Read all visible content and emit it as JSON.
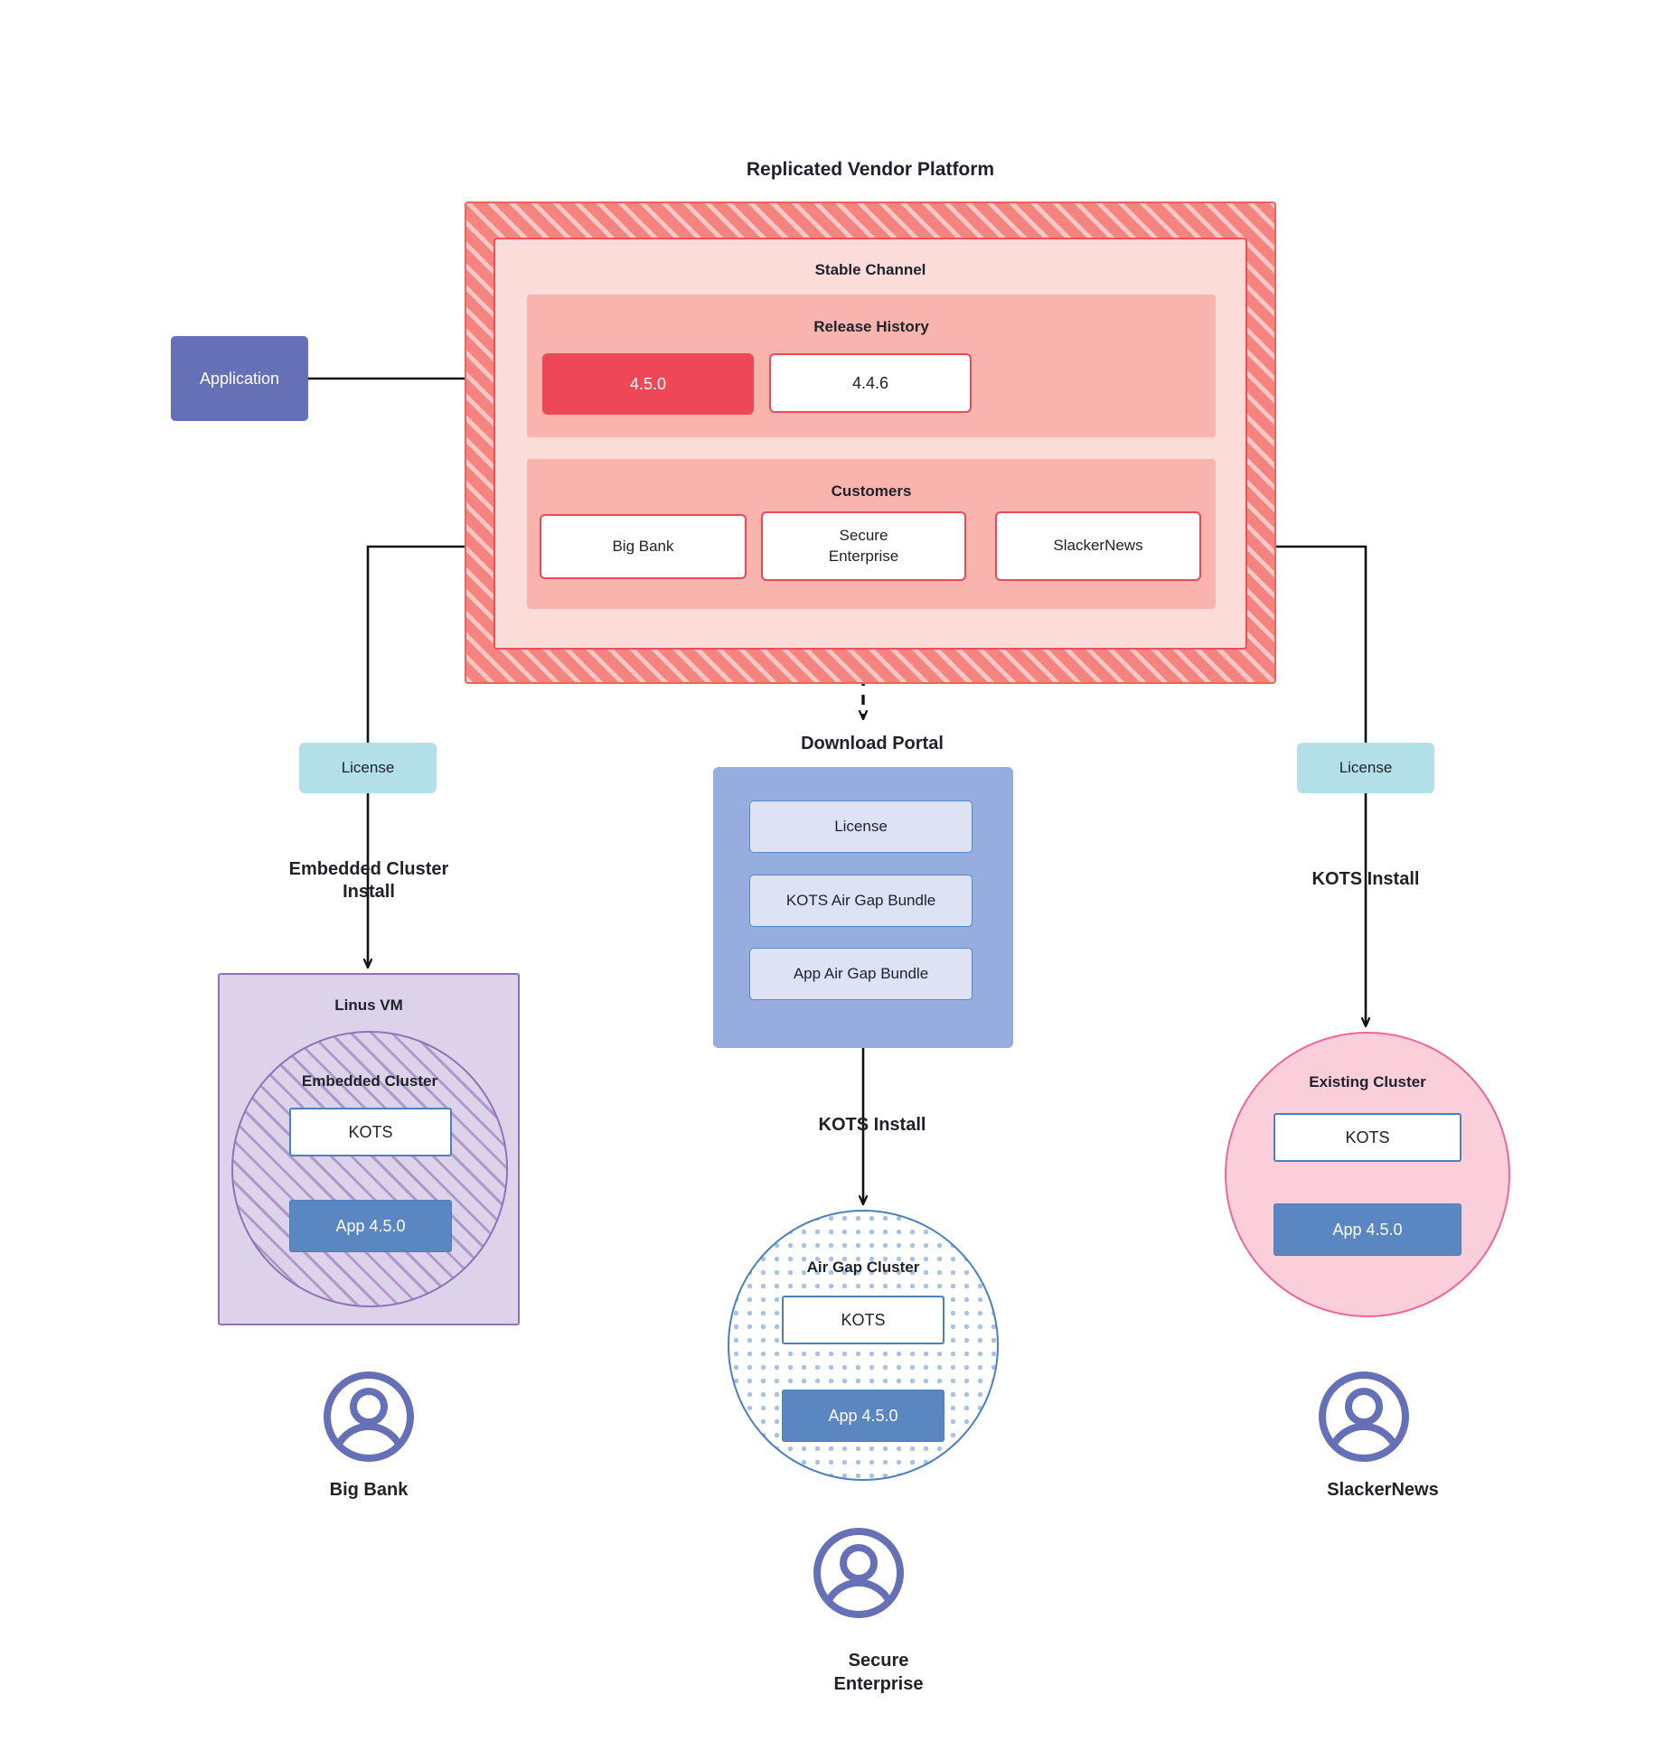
{
  "diagram": {
    "title": "Replicated Vendor Platform",
    "application": {
      "label": "Application"
    },
    "platform": {
      "label": "Replicated Vendor Platform",
      "channel": {
        "label": "Stable Channel",
        "release_history": {
          "label": "Release History",
          "releases": [
            {
              "version": "4.5.0",
              "state": "current"
            },
            {
              "version": "4.4.6",
              "state": "previous"
            }
          ]
        },
        "customers": {
          "label": "Customers",
          "items": [
            {
              "name": "Big Bank"
            },
            {
              "name": "Secure\nEnterprise"
            },
            {
              "name": "SlackerNews"
            }
          ]
        }
      }
    },
    "licenses": {
      "left_label": "License",
      "right_label": "License"
    },
    "paths": {
      "embedded_install": "Embedded Cluster\nInstall",
      "kots_install_right": "KOTS Install",
      "kots_install_center": "KOTS Install"
    },
    "download_portal": {
      "title": "Download  Portal",
      "items": [
        {
          "label": "License"
        },
        {
          "label": "KOTS Air Gap Bundle"
        },
        {
          "label": "App Air Gap Bundle"
        }
      ]
    },
    "targets": {
      "linus_vm": {
        "label": "Linus VM",
        "cluster": {
          "label": "Embedded Cluster",
          "kots": "KOTS",
          "app": "App 4.5.0"
        }
      },
      "air_gap": {
        "label": "Air Gap Cluster",
        "kots": "KOTS",
        "app": "App 4.5.0"
      },
      "existing": {
        "label": "Existing Cluster",
        "kots": "KOTS",
        "app": "App 4.5.0"
      }
    },
    "end_users": [
      {
        "name": "Big Bank",
        "icon": "user-avatar-icon"
      },
      {
        "name": "Secure\nEnterprise",
        "icon": "user-avatar-icon"
      },
      {
        "name": "SlackerNews",
        "icon": "user-avatar-icon"
      }
    ],
    "colors": {
      "platform_fill": "#f5837f",
      "platform_border": "#f2605c",
      "channel_fill": "#fbdcd8",
      "group_fill": "#f9b5ad",
      "release_current": "#ee4758",
      "application_fill": "#6670b6",
      "license_fill": "#b3e0e8",
      "portal_fill": "#96ade0",
      "portal_item_fill": "#dde3f5",
      "vm_fill": "#dcd3ea",
      "vm_border": "#8f73b4",
      "app_box_fill": "#5a86c2",
      "kots_border": "#4a80bd",
      "existing_cluster_fill": "#fbcfda",
      "existing_cluster_border": "#f0649a",
      "avatar_color": "#6670b6"
    }
  }
}
